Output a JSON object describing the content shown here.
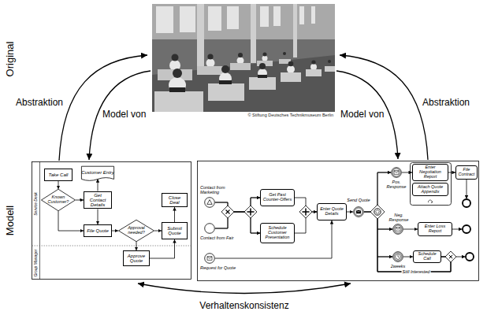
{
  "diagram": {
    "nodes": [
      {
        "text": [
          "Service Desk"
        ]
      },
      {
        "text": [
          "Take Call"
        ],
        "in": 0
      },
      {
        "text": [
          "Customer Entry"
        ],
        "in": 0
      },
      {
        "text": [
          "Known Customer?"
        ],
        "in": 0
      },
      {
        "text": [
          "Get Contact Details"
        ],
        "in": 0
      },
      {
        "text": [
          "Close Deal"
        ],
        "in": 0
      },
      {
        "text": [
          "File Quote"
        ],
        "in": 0
      },
      {
        "text": [
          "Approval needed?"
        ],
        "in": 0
      },
      {
        "text": [
          "Submit Quote"
        ],
        "in": 0
      },
      {
        "text": [
          "Group Manager"
        ]
      },
      {
        "text": [
          "Approve Quote"
        ],
        "in": 9
      },
      {
        "text": [
          "Contact from Marketing"
        ]
      },
      {
        "text": [
          "Contact from Fair"
        ]
      },
      {
        "text": [
          "Request for Quote"
        ]
      },
      {
        "text": [
          "Get Past Counter-Offers"
        ]
      },
      {
        "text": [
          "Schedule Customer Presentation"
        ]
      },
      {
        "text": [
          "Enter Quote Details"
        ]
      },
      {
        "text": [
          "Send Quote"
        ]
      },
      {
        "text": [
          "Pos. Response"
        ]
      },
      {
        "text": [
          "Enter Negotiation Report"
        ]
      },
      {
        "text": [
          "Attach Quote Appendix"
        ]
      },
      {
        "text": [
          "File Contract"
        ]
      },
      {
        "text": [
          "Neg. Response"
        ]
      },
      {
        "text": [
          "Enter Loss Report"
        ]
      },
      {
        "text": [
          "2weeks"
        ]
      },
      {
        "text": [
          "Schedule Call"
        ]
      }
    ],
    "edges": [
      {
        "from": 1,
        "to": 3,
        "arrow": "to"
      },
      {
        "from": 3,
        "to": 4,
        "arrow": "to"
      },
      {
        "from": 3,
        "to": 6,
        "arrow": "to"
      },
      {
        "from": 4,
        "to": 2,
        "arrow": "to"
      },
      {
        "from": 4,
        "to": 6,
        "arrow": "to"
      },
      {
        "from": 6,
        "to": 7,
        "arrow": "to"
      },
      {
        "from": 7,
        "to": 10,
        "arrow": "to"
      },
      {
        "from": 7,
        "to": 8,
        "arrow": "to"
      },
      {
        "from": 10,
        "to": 8,
        "arrow": "to"
      },
      {
        "from": 8,
        "to": 5,
        "arrow": "to"
      },
      {
        "from": 11,
        "to": 14,
        "arrow": "to"
      },
      {
        "from": 11,
        "to": 15,
        "arrow": "to"
      },
      {
        "from": 12,
        "to": 14,
        "arrow": "to"
      },
      {
        "from": 12,
        "to": 15,
        "arrow": "to"
      },
      {
        "from": 14,
        "to": 16,
        "arrow": "to"
      },
      {
        "from": 15,
        "to": 16,
        "arrow": "to"
      },
      {
        "from": 13,
        "to": 16,
        "arrow": "to"
      },
      {
        "from": 16,
        "to": 17,
        "arrow": "to"
      },
      {
        "from": 17,
        "to": 18,
        "arrow": "to"
      },
      {
        "from": 17,
        "to": 22,
        "arrow": "to"
      },
      {
        "from": 17,
        "to": 24,
        "arrow": "to"
      },
      {
        "from": 18,
        "to": 19,
        "arrow": "to"
      },
      {
        "from": 19,
        "to": 21,
        "arrow": "to"
      },
      {
        "from": 22,
        "to": 23,
        "arrow": "to"
      },
      {
        "from": 24,
        "to": 25,
        "arrow": "to"
      },
      {
        "from": 25,
        "to": 18,
        "arrow": "to"
      },
      {
        "from": 25,
        "to": 22,
        "arrow": "to"
      },
      {
        "from": 25,
        "to": 24,
        "label": "Still Interested",
        "arrow": "to"
      }
    ],
    "labels": [
      "Original",
      "Modell",
      "Abstraktion",
      "Model von",
      "Model von",
      "Abstraktion",
      "© Stiftung Deutsches Technikmuseum Berlin",
      "Verhaltenskonsistenz"
    ]
  }
}
